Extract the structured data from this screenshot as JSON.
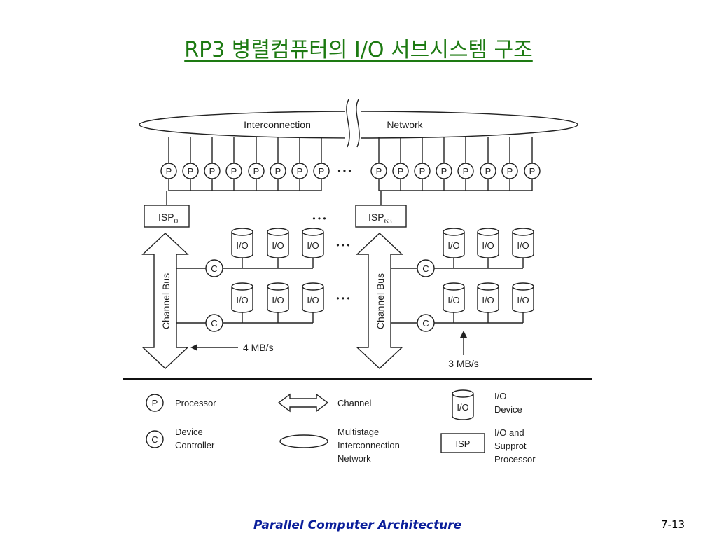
{
  "title": "RP3 병렬컴퓨터의 I/O 서브시스템 구조",
  "network": {
    "left_label": "Interconnection",
    "right_label": "Network"
  },
  "processor_letter": "P",
  "controller_letter": "C",
  "io_label": "I/O",
  "isp_left": {
    "base": "ISP",
    "sub": "0"
  },
  "isp_right": {
    "base": "ISP",
    "sub": "63"
  },
  "channel_bus_label": "Channel Bus",
  "rate_left": "4 MB/s",
  "rate_right": "3 MB/s",
  "ellipsis": "• • •",
  "legend": {
    "processor": "Processor",
    "device_controller": [
      "Device",
      "Controller"
    ],
    "channel": "Channel",
    "multistage": [
      "Multistage",
      "Interconnection",
      "Network"
    ],
    "io_device": [
      "I/O",
      "Device"
    ],
    "isp_box": "ISP",
    "isp_desc": [
      "I/O and",
      "Supprot",
      "Processor"
    ]
  },
  "footer": {
    "text": "Parallel Computer Architecture",
    "page": "7-13"
  },
  "colors": {
    "title": "#1d7a12",
    "footer": "#0a1e9a",
    "line": "#222222"
  }
}
